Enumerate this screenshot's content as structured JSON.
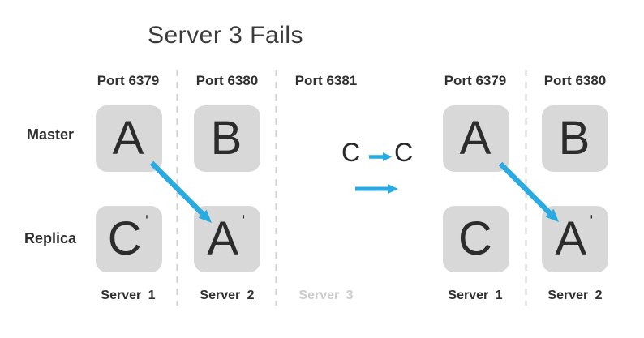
{
  "title": "Server 3 Fails",
  "colors": {
    "accent_blue": "#29abe2",
    "box_gray": "#d8d8d8",
    "text_dark": "#333333",
    "muted_gray": "#cccccc"
  },
  "row_labels": {
    "master": "Master",
    "replica": "Replica"
  },
  "left_cluster": {
    "columns": [
      {
        "port": "Port 6379",
        "server": "Server 1"
      },
      {
        "port": "Port 6380",
        "server": "Server 2"
      },
      {
        "port": "Port 6381",
        "server": "Server 3"
      }
    ],
    "master_nodes": [
      {
        "label": "A",
        "prime": ""
      },
      {
        "label": "B",
        "prime": ""
      }
    ],
    "replica_nodes": [
      {
        "label": "C",
        "prime": "ˈ"
      },
      {
        "label": "A",
        "prime": "ˈ"
      }
    ]
  },
  "transition": {
    "from": "C",
    "from_prime": "ˈ",
    "to": "C"
  },
  "right_cluster": {
    "columns": [
      {
        "port": "Port 6379",
        "server": "Server 1"
      },
      {
        "port": "Port 6380",
        "server": "Server 2"
      }
    ],
    "master_nodes": [
      {
        "label": "A",
        "prime": ""
      },
      {
        "label": "B",
        "prime": ""
      }
    ],
    "replica_nodes": [
      {
        "label": "C",
        "prime": ""
      },
      {
        "label": "A",
        "prime": "ˈ"
      }
    ]
  }
}
